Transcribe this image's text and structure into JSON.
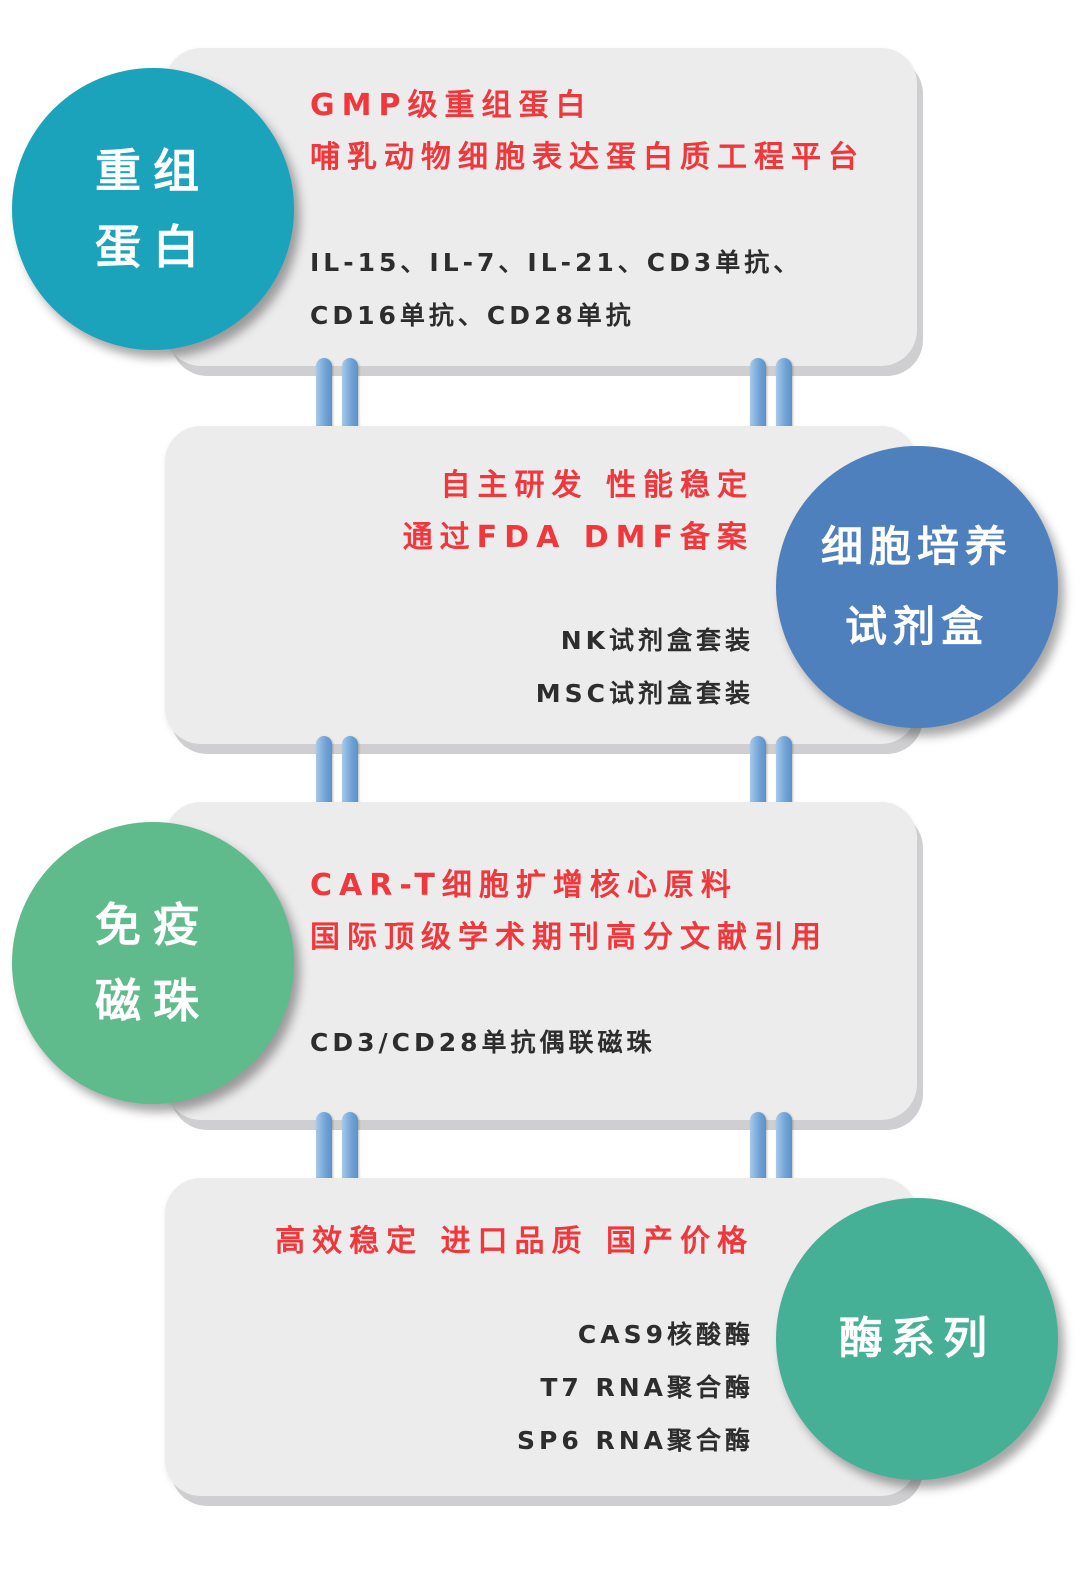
{
  "colors": {
    "card_bg": "#ececed",
    "headline_red": "#f0373c",
    "body_text": "#2d2d2d",
    "circle_recombinant_protein": "#1aa3ba",
    "circle_cell_culture": "#4d80bd",
    "circle_immune_beads": "#5fbb8c",
    "circle_enzyme": "#45b096",
    "connector_blue": "#6fa3d6"
  },
  "sections": [
    {
      "circle_lines": [
        "重组",
        "蛋白"
      ],
      "headline_lines": [
        "GMP级重组蛋白",
        "哺乳动物细胞表达蛋白质工程平台"
      ],
      "product_lines": [
        "IL-15、IL-7、IL-21、CD3单抗、",
        "CD16单抗、CD28单抗"
      ]
    },
    {
      "circle_lines": [
        "细胞培养",
        "试剂盒"
      ],
      "headline_lines": [
        "自主研发 性能稳定",
        "通过FDA DMF备案"
      ],
      "product_lines": [
        "NK试剂盒套装",
        "MSC试剂盒套装"
      ]
    },
    {
      "circle_lines": [
        "免疫",
        "磁珠"
      ],
      "headline_lines": [
        "CAR-T细胞扩增核心原料",
        "国际顶级学术期刊高分文献引用"
      ],
      "product_lines": [
        "CD3/CD28单抗偶联磁珠"
      ]
    },
    {
      "circle_lines": [
        "酶系列"
      ],
      "headline_lines": [
        "高效稳定 进口品质 国产价格"
      ],
      "product_lines": [
        "CAS9核酸酶",
        "T7 RNA聚合酶",
        "SP6 RNA聚合酶"
      ]
    }
  ]
}
